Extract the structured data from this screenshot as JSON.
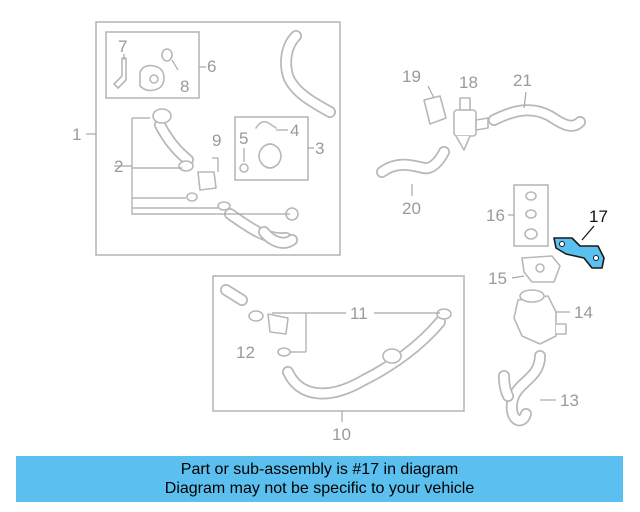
{
  "diagram": {
    "highlight_color": "#5bc0ef",
    "labels": [
      "1",
      "2",
      "3",
      "4",
      "5",
      "6",
      "7",
      "8",
      "9",
      "10",
      "11",
      "12",
      "13",
      "14",
      "15",
      "16",
      "17",
      "18",
      "19",
      "20",
      "21"
    ],
    "highlighted_label": "17"
  },
  "banner": {
    "line1": "Part or sub-assembly is #17 in diagram",
    "line2": "Diagram may not be specific to your vehicle",
    "color": "#5bc0ef"
  }
}
